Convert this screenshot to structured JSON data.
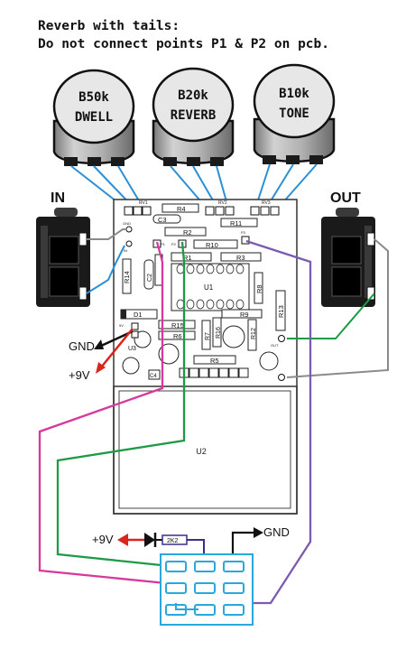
{
  "header": {
    "line1": "Reverb with tails:",
    "line2": "Do not connect points P1 & P2 on pcb."
  },
  "pots": [
    {
      "value": "B50k",
      "name": "DWELL"
    },
    {
      "value": "B20k",
      "name": "REVERB"
    },
    {
      "value": "B10k",
      "name": "TONE"
    }
  ],
  "jacks": {
    "input_label": "IN",
    "output_label": "OUT"
  },
  "pcb": {
    "pad_labels": {
      "rv1": "RV1",
      "rv2": "RV2",
      "rv3": "RV3",
      "gnd": "GND",
      "in": "IN",
      "out": "OUT",
      "p1": "P1",
      "p2": "P2",
      "p3": "P3",
      "v9": "9V"
    },
    "components": {
      "r4": "R4",
      "c3": "C3",
      "r2": "R2",
      "r10": "R10",
      "r1": "R1",
      "r3": "R3",
      "r11": "R11",
      "r14": "R14",
      "c2": "C2",
      "u1": "U1",
      "r8": "R8",
      "d1": "D1",
      "r9": "R9",
      "r13": "R13",
      "r15": "R15",
      "r6": "R6",
      "r16": "R16",
      "r7": "R7",
      "r12": "R12",
      "u3": "U3",
      "r5": "R5",
      "c4": "C4",
      "u2": "U2"
    }
  },
  "power": {
    "gnd": "GND",
    "v9": "+9V",
    "resistor": "2K2"
  },
  "colors": {
    "blue": "#2a8fd6",
    "purple": "#7b5bb0",
    "magenta": "#d6389c",
    "green": "#1e9a47",
    "gray": "#8a8a8a",
    "red": "#d9261c",
    "pad_blue": "#2aa7dc",
    "pot_body": "#b9b9b9"
  }
}
